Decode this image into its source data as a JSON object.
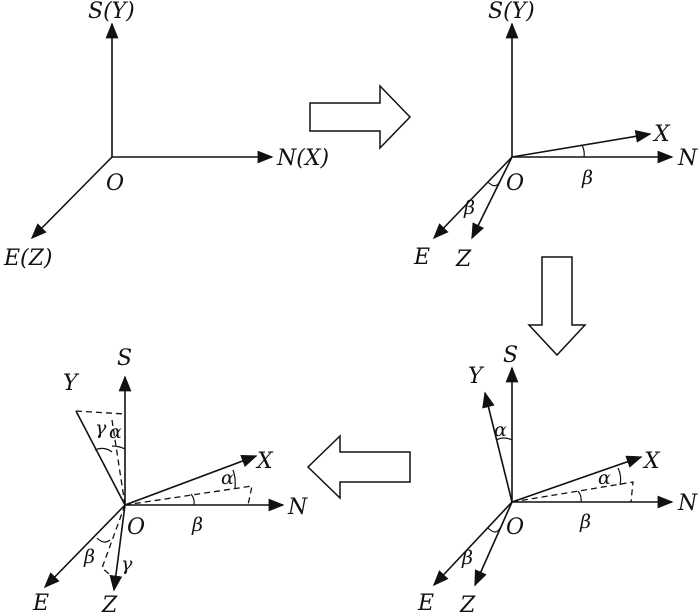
{
  "panels": [
    {
      "id": "initial",
      "labels": {
        "S": "S(Y)",
        "N": "N(X)",
        "E": "E(Z)",
        "O": "O"
      }
    },
    {
      "id": "rotate-beta",
      "labels": {
        "S": "S(Y)",
        "N": "N",
        "X": "X",
        "E": "E",
        "Z": "Z",
        "O": "O",
        "beta1": "β",
        "beta2": "β"
      }
    },
    {
      "id": "rotate-alpha",
      "labels": {
        "S": "S",
        "Y": "Y",
        "N": "N",
        "X": "X",
        "E": "E",
        "Z": "Z",
        "O": "O",
        "alpha1": "α",
        "alpha2": "α",
        "beta1": "β",
        "beta2": "β"
      }
    },
    {
      "id": "rotate-gamma",
      "labels": {
        "S": "S",
        "Y": "Y",
        "N": "N",
        "X": "X",
        "E": "E",
        "Z": "Z",
        "O": "O",
        "alpha1": "α",
        "alpha2": "α",
        "beta1": "β",
        "beta2": "β",
        "gamma1": "γ",
        "gamma2": "γ"
      }
    }
  ]
}
